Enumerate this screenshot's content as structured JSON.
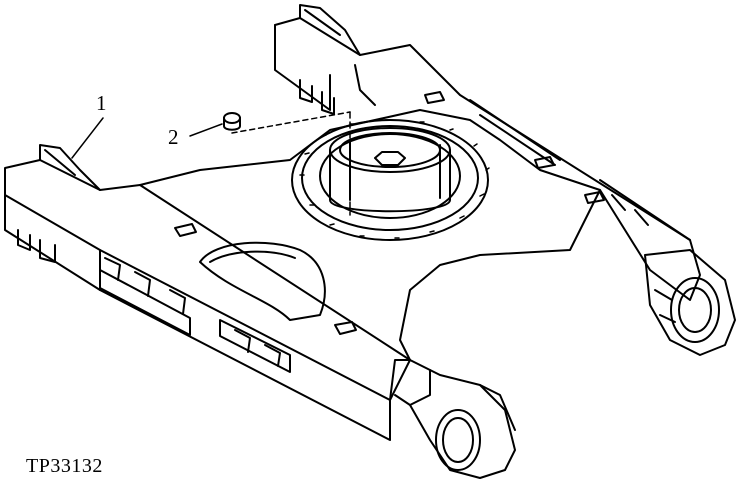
{
  "diagram": {
    "callouts": [
      {
        "id": "callout-1",
        "label": "1"
      },
      {
        "id": "callout-2",
        "label": "2"
      }
    ],
    "figure_id": "TP33132",
    "stroke_color": "#000000",
    "background": "#ffffff"
  }
}
